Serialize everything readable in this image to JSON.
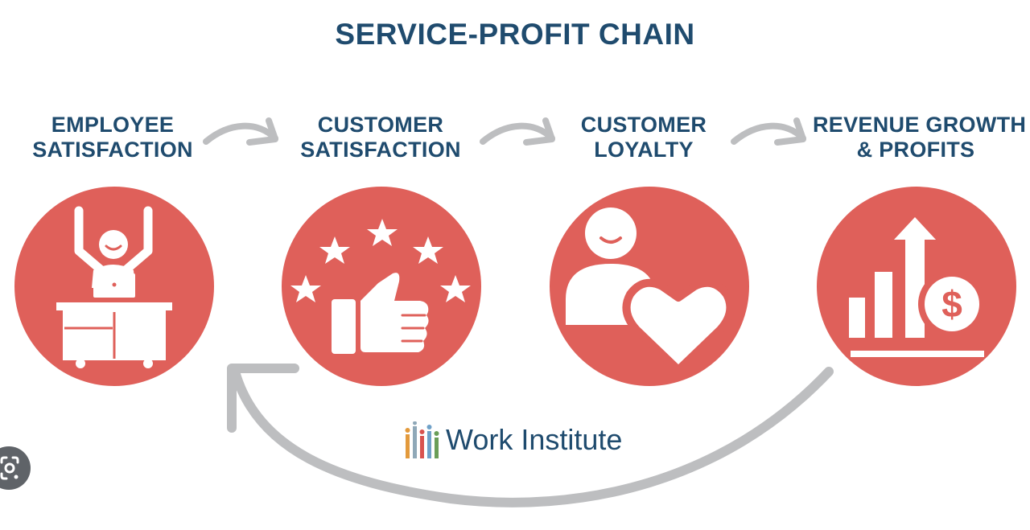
{
  "title": "SERVICE-PROFIT CHAIN",
  "steps": [
    {
      "line1": "EMPLOYEE",
      "line2": "SATISFACTION",
      "icon": "employee-at-desk-icon"
    },
    {
      "line1": "CUSTOMER",
      "line2": "SATISFACTION",
      "icon": "thumbs-up-stars-icon"
    },
    {
      "line1": "CUSTOMER",
      "line2": "LOYALTY",
      "icon": "person-heart-icon"
    },
    {
      "line1": "REVENUE GROWTH",
      "line2": "& PROFITS",
      "icon": "growth-chart-dollar-icon"
    }
  ],
  "brand": {
    "name": "Work Institute"
  },
  "colors": {
    "navy": "#1f4b6e",
    "circle": "#df605a",
    "arrow": "#bdbec0"
  }
}
